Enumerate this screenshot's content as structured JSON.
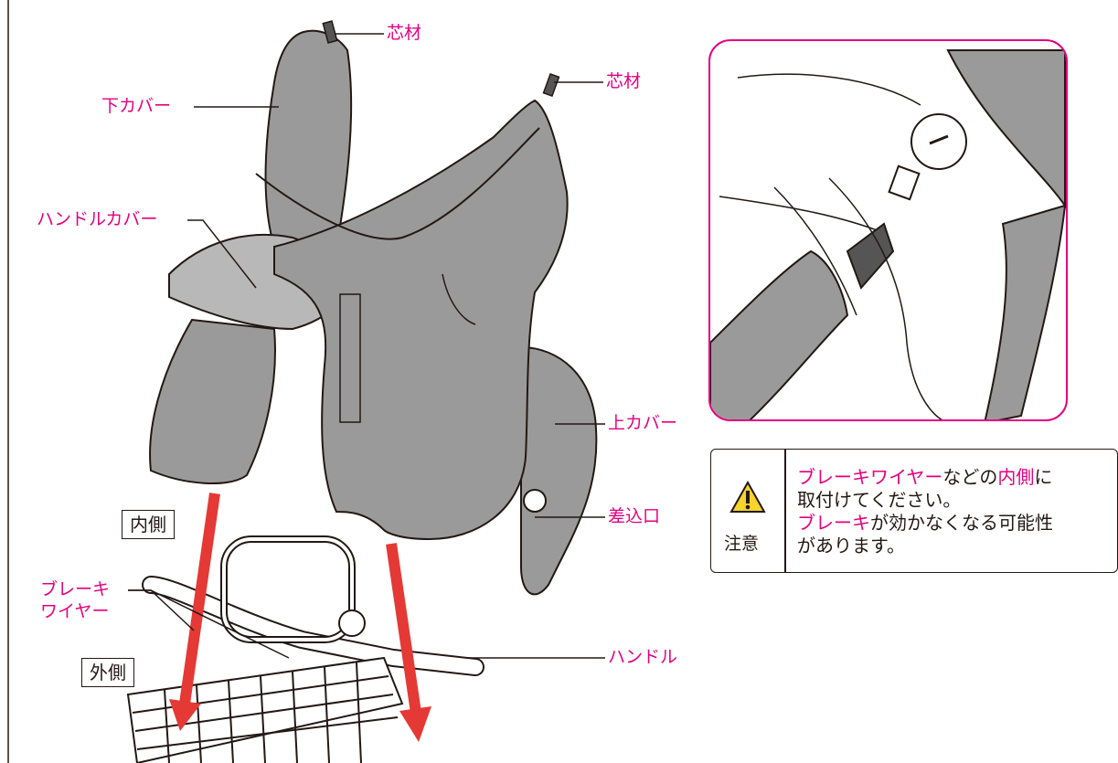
{
  "labels": {
    "core_top": "芯材",
    "core_right": "芯材",
    "lower_cover": "下カバー",
    "handle_cover": "ハンドルカバー",
    "upper_cover": "上カバー",
    "slot": "差込口",
    "brake_wire_1": "ブレーキ",
    "brake_wire_2": "ワイヤー",
    "handle": "ハンドル",
    "inside": "内側",
    "outside": "外側"
  },
  "note": {
    "caution": "注意",
    "line1_a": "ブレーキワイヤー",
    "line1_b": "などの",
    "line1_c": "内側",
    "line1_d": "に",
    "line2": "取付けてください。",
    "line3_a": "ブレーキ",
    "line3_b": "が効かなくなる可能性",
    "line4": "があります。"
  },
  "colors": {
    "accent": "#e4007f",
    "cover_gray": "#9a9a9a",
    "arrow_red": "#e53935",
    "line": "#231815"
  }
}
